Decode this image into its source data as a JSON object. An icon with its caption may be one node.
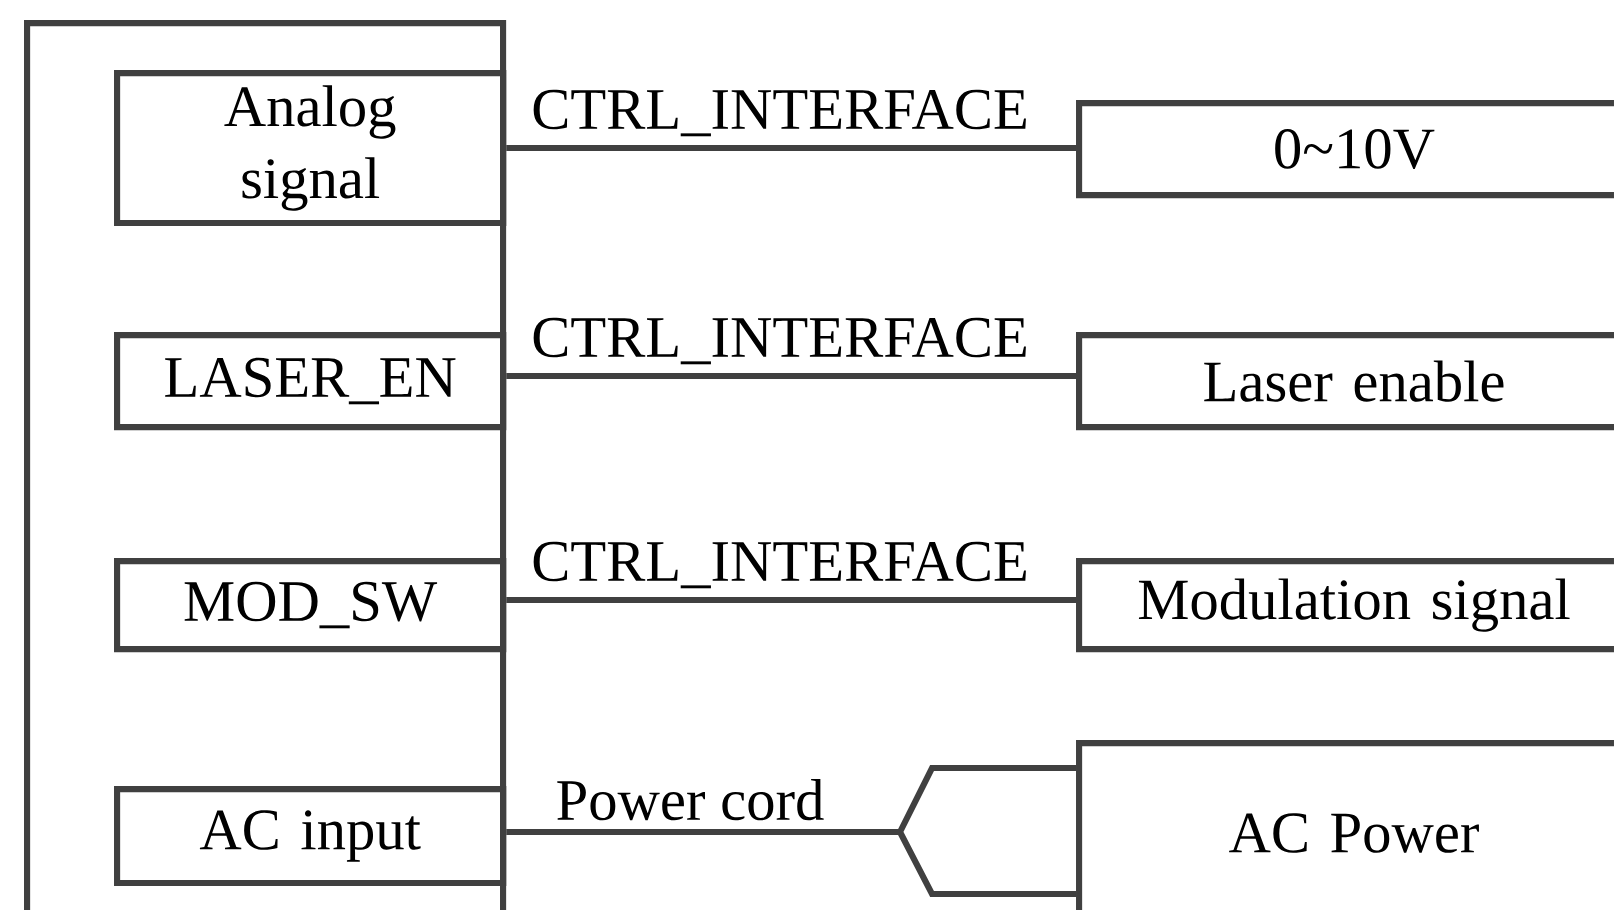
{
  "diagram": {
    "nodes": [
      {
        "text": [],
        "shape": "box"
      },
      {
        "text": [
          "Analog signal"
        ],
        "in": 0
      },
      {
        "text": [
          "0~10V"
        ]
      },
      {
        "text": [
          "LASER_EN"
        ],
        "in": 0
      },
      {
        "text": [
          "Laser enable"
        ]
      },
      {
        "text": [
          "MOD_SW"
        ],
        "in": 0
      },
      {
        "text": [
          "Modulation signal"
        ]
      },
      {
        "text": [
          "AC input"
        ],
        "in": 0
      },
      {
        "text": [
          "AC Power"
        ]
      }
    ],
    "edges": [
      {
        "from": 1,
        "to": 2,
        "arrow": "none",
        "label": "CTRL_INTERFACE"
      },
      {
        "from": 3,
        "to": 4,
        "arrow": "none",
        "label": "CTRL_INTERFACE"
      },
      {
        "from": 5,
        "to": 6,
        "arrow": "none",
        "label": "CTRL_INTERFACE"
      },
      {
        "from": 7,
        "to": 8,
        "arrow": "none",
        "label": "Power cord"
      }
    ]
  }
}
